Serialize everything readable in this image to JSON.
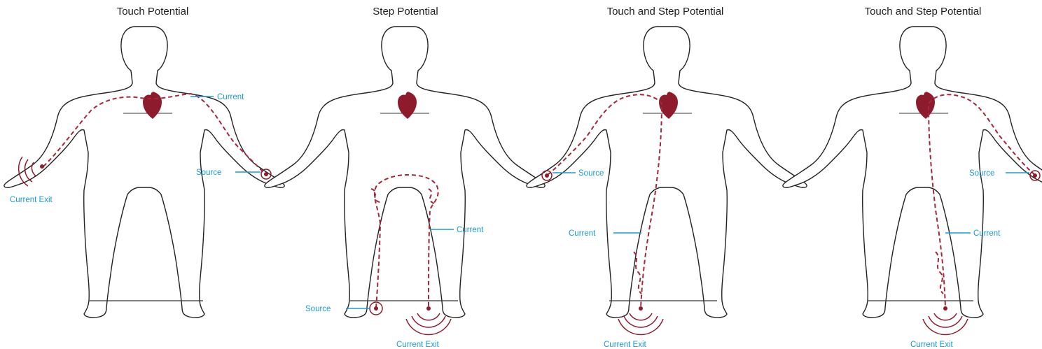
{
  "panels": [
    {
      "title": "Touch Potential",
      "labels": {
        "current": "Current",
        "source": "Source",
        "current_exit": "Current Exit"
      }
    },
    {
      "title": "Step Potential",
      "labels": {
        "current": "Current",
        "source": "Source",
        "current_exit": "Current Exit"
      }
    },
    {
      "title": "Touch and Step Potential",
      "labels": {
        "current": "Current",
        "source": "Source",
        "current_exit": "Current Exit"
      }
    },
    {
      "title": "Touch and Step Potential",
      "labels": {
        "current": "Current",
        "source": "Source",
        "current_exit": "Current Exit"
      }
    }
  ],
  "colors": {
    "current_path": "#a4283a",
    "heart": "#8e1b2c",
    "label": "#1a9bd7",
    "outline": "#222222"
  }
}
